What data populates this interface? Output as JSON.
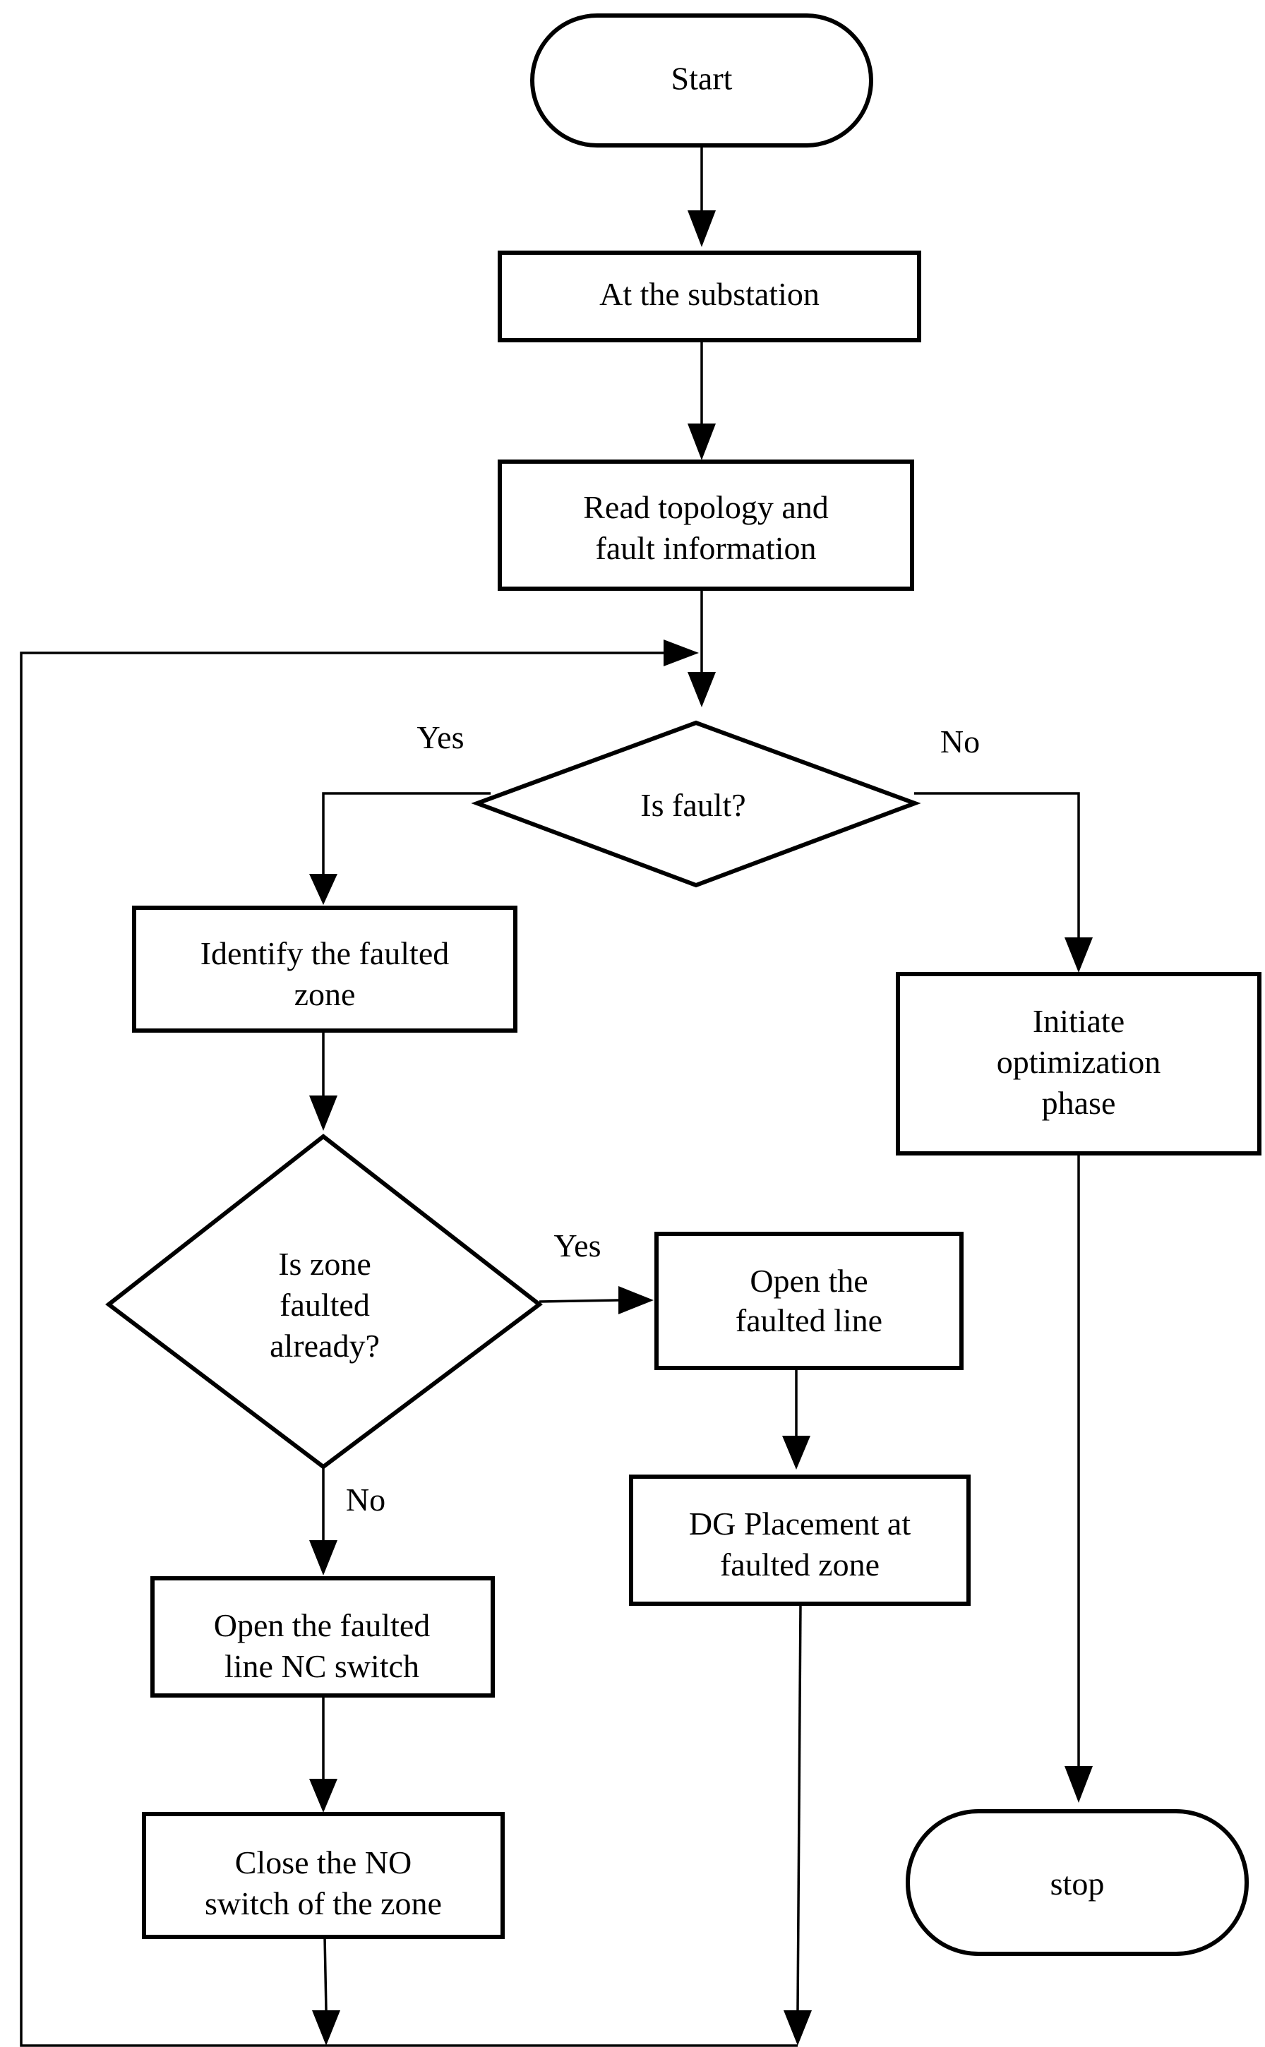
{
  "nodes": {
    "start": {
      "label": "Start"
    },
    "substation": {
      "label": "At the substation"
    },
    "read_topology": {
      "lines": [
        "Read topology and",
        "fault information"
      ]
    },
    "is_fault": {
      "label": "Is fault?"
    },
    "identify_zone": {
      "lines": [
        "Identify the faulted",
        "zone"
      ]
    },
    "initiate_opt": {
      "lines": [
        "Initiate",
        "optimization",
        "phase"
      ]
    },
    "zone_faulted": {
      "lines": [
        "Is zone",
        "faulted",
        "already?"
      ]
    },
    "open_faulted_line": {
      "lines": [
        "Open the",
        "faulted line"
      ]
    },
    "dg_placement": {
      "lines": [
        "DG Placement at",
        "faulted zone"
      ]
    },
    "open_nc_switch": {
      "lines": [
        "Open the faulted",
        "line NC switch"
      ]
    },
    "close_no_switch": {
      "lines": [
        "Close the NO",
        "switch of the zone"
      ]
    },
    "stop": {
      "label": "stop"
    }
  },
  "edge_labels": {
    "fault_yes": "Yes",
    "fault_no": "No",
    "zone_yes": "Yes",
    "zone_no": "No"
  }
}
